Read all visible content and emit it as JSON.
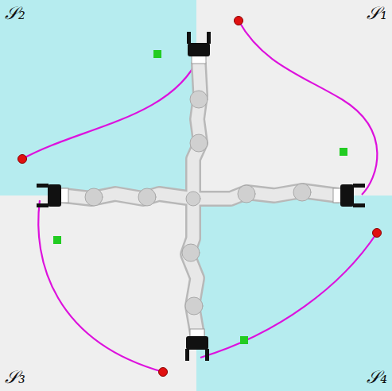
{
  "diagram": {
    "labels": [
      "𝒮₁",
      "𝒮₂",
      "𝒮₃",
      "𝒮₄"
    ]
  }
}
